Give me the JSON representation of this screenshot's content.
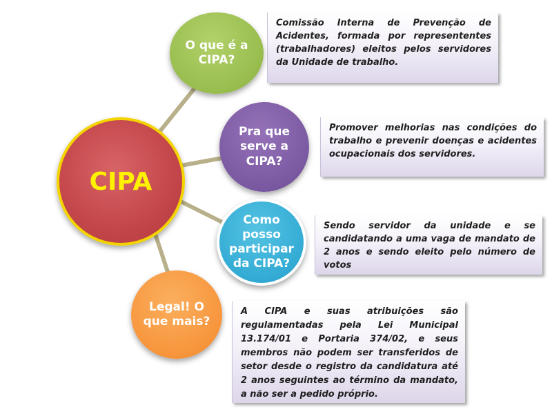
{
  "diagram": {
    "center": {
      "label": "CIPA"
    },
    "branches": [
      {
        "question": "O que é a\nCIPA?",
        "answer": "Comissão Interna de Prevenção de Acidentes, formada por represententes (trabalhadores) eleitos pelos servidores da Unidade de trabalho.",
        "color": "#98bd4e"
      },
      {
        "question": "Pra que\nserve a\nCIPA?",
        "answer": "Promover melhorias nas condições do trabalho e prevenir doenças e acidentes ocupacionais dos servidores.",
        "color": "#7b59a2"
      },
      {
        "question": "Como\nposso\nparticipar\nda CIPA?",
        "answer": "Sendo servidor da unidade e se candidatando a uma vaga de mandato de 2 anos e sendo eleito pelo número de votos",
        "color": "#33abd4"
      },
      {
        "question": "Legal! O\nque mais?",
        "answer": "A CIPA e suas atribuições são regulamentadas pela Lei Municipal 13.174/01 e Portaria 374/02, e seus membros não podem ser transferidos de setor desde o registro da candidatura até 2 anos seguintes ao término da mandato, a não ser a pedido próprio.",
        "color": "#f7953c"
      }
    ],
    "colors": {
      "center_fill": "#c3464a",
      "center_border": "#f3d400",
      "center_text": "#fff200",
      "connector": "#b8b08a"
    }
  }
}
